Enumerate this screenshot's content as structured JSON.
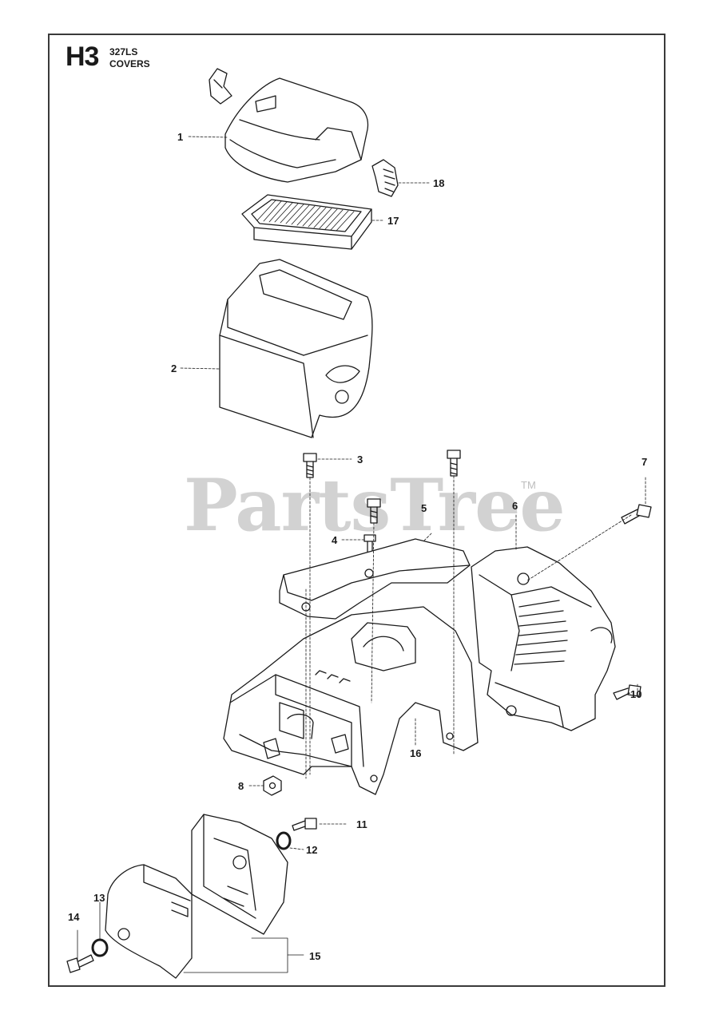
{
  "header": {
    "sheet_code": "H3",
    "model": "327LS",
    "section": "COVERS"
  },
  "watermark": {
    "brand": "PartsTree",
    "trademark": "TM"
  },
  "callouts": [
    "1",
    "2",
    "3",
    "4",
    "5",
    "6",
    "7",
    "8",
    "10",
    "11",
    "12",
    "13",
    "14",
    "15",
    "16",
    "17",
    "18"
  ],
  "colors": {
    "line": "#1a1a1a",
    "watermark": "#d2d2d2",
    "frame": "#3a3a3a"
  }
}
